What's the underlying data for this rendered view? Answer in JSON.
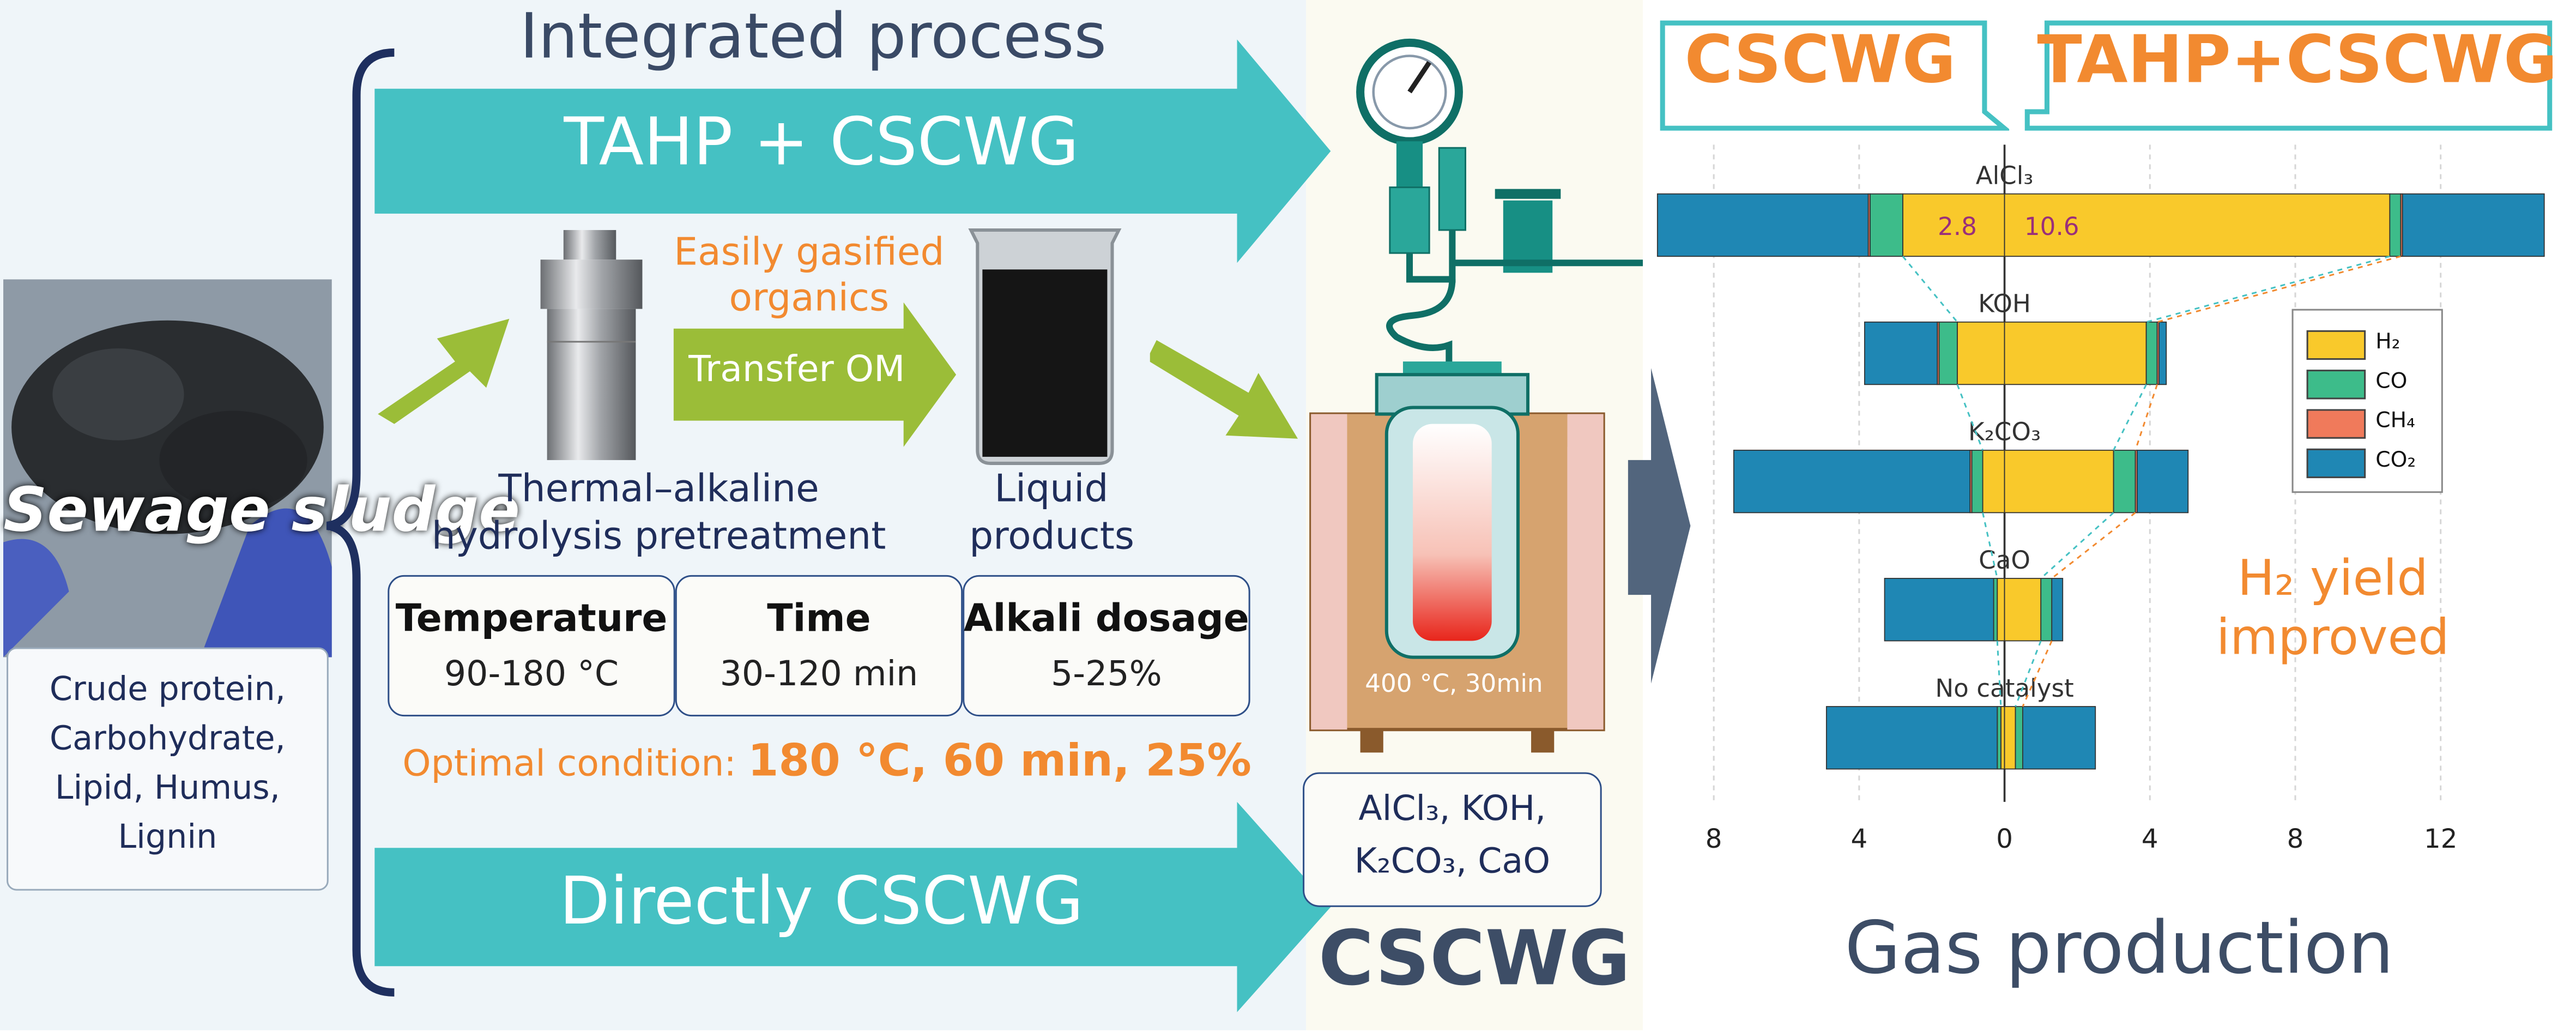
{
  "left": {
    "sludge_title": "Sewage sludge",
    "components": "Crude protein, Carbohydrate, Lipid, Humus, Lignin"
  },
  "process": {
    "title": "Integrated process",
    "top_arrow": "TAHP + CSCWG",
    "bottom_arrow": "Directly CSCWG",
    "gasified_label": "Easily gasified organics",
    "transfer_label": "Transfer OM",
    "pretreat_label": "Thermal–alkaline hydrolysis pretreatment",
    "liquid_label": "Liquid products",
    "conditions": [
      {
        "label": "Temperature",
        "value": "90-180 °C"
      },
      {
        "label": "Time",
        "value": "30-120 min"
      },
      {
        "label": "Alkali dosage",
        "value": "5-25%"
      }
    ],
    "optimal_prefix": "Optimal condition:",
    "optimal_value": "180 °C, 60 min, 25%"
  },
  "reactor": {
    "temp_label": "400 °C, 30min",
    "catalysts_line1": "AlCl₃, KOH,",
    "catalysts_line2": "K₂CO₃, CaO",
    "title": "CSCWG"
  },
  "right": {
    "tag_left": "CSCWG",
    "tag_right": "TAHP+CSCWG",
    "improved_line1": "H₂ yield",
    "improved_line2": "improved",
    "title": "Gas production"
  },
  "colors": {
    "teal": "#45c1c3",
    "olive": "#9bbd38",
    "orange": "#f28a30",
    "navy": "#1f2d5a",
    "h2": "#f9c92b",
    "co": "#3dbc8a",
    "ch4": "#f07a5b",
    "co2": "#1f87b4"
  },
  "chart_data": {
    "type": "bar",
    "orientation": "horizontal-stacked-diverging",
    "title": "",
    "xlabel": "",
    "ylabel": "",
    "xlim": [
      -9.5,
      15
    ],
    "x_ticks": [
      {
        "value": -8,
        "label": "8"
      },
      {
        "value": -4,
        "label": "4"
      },
      {
        "value": 0,
        "label": "0"
      },
      {
        "value": 4,
        "label": "4"
      },
      {
        "value": 8,
        "label": "8"
      },
      {
        "value": 12,
        "label": "12"
      }
    ],
    "categories": [
      "AlCl₃",
      "KOH",
      "K₂CO₃",
      "CaO",
      "No catalyst"
    ],
    "left_side": "CSCWG",
    "right_side": "TAHP+CSCWG",
    "series": [
      {
        "name": "H₂",
        "key": "h2",
        "left": [
          2.8,
          1.3,
          0.6,
          0.2,
          0.1
        ],
        "right": [
          10.6,
          3.9,
          3.0,
          1.0,
          0.3
        ]
      },
      {
        "name": "CO",
        "key": "co",
        "left": [
          0.9,
          0.5,
          0.3,
          0.1,
          0.1
        ],
        "right": [
          0.3,
          0.3,
          0.6,
          0.3,
          0.2
        ]
      },
      {
        "name": "CH₄",
        "key": "ch4",
        "left": [
          0.05,
          0.05,
          0.05,
          0.0,
          0.0
        ],
        "right": [
          0.05,
          0.05,
          0.05,
          0.0,
          0.0
        ]
      },
      {
        "name": "CO₂",
        "key": "co2",
        "left": [
          5.8,
          2.0,
          6.5,
          3.0,
          4.7
        ],
        "right": [
          3.9,
          0.2,
          1.4,
          0.3,
          2.0
        ]
      }
    ],
    "data_labels": [
      {
        "category": "AlCl₃",
        "side": "left",
        "series": "H₂",
        "text": "2.8"
      },
      {
        "category": "AlCl₃",
        "side": "right",
        "series": "H₂",
        "text": "10.6"
      }
    ],
    "legend": [
      "H₂",
      "CO",
      "CH₄",
      "CO₂"
    ],
    "legend_position": "right",
    "grid": true
  }
}
